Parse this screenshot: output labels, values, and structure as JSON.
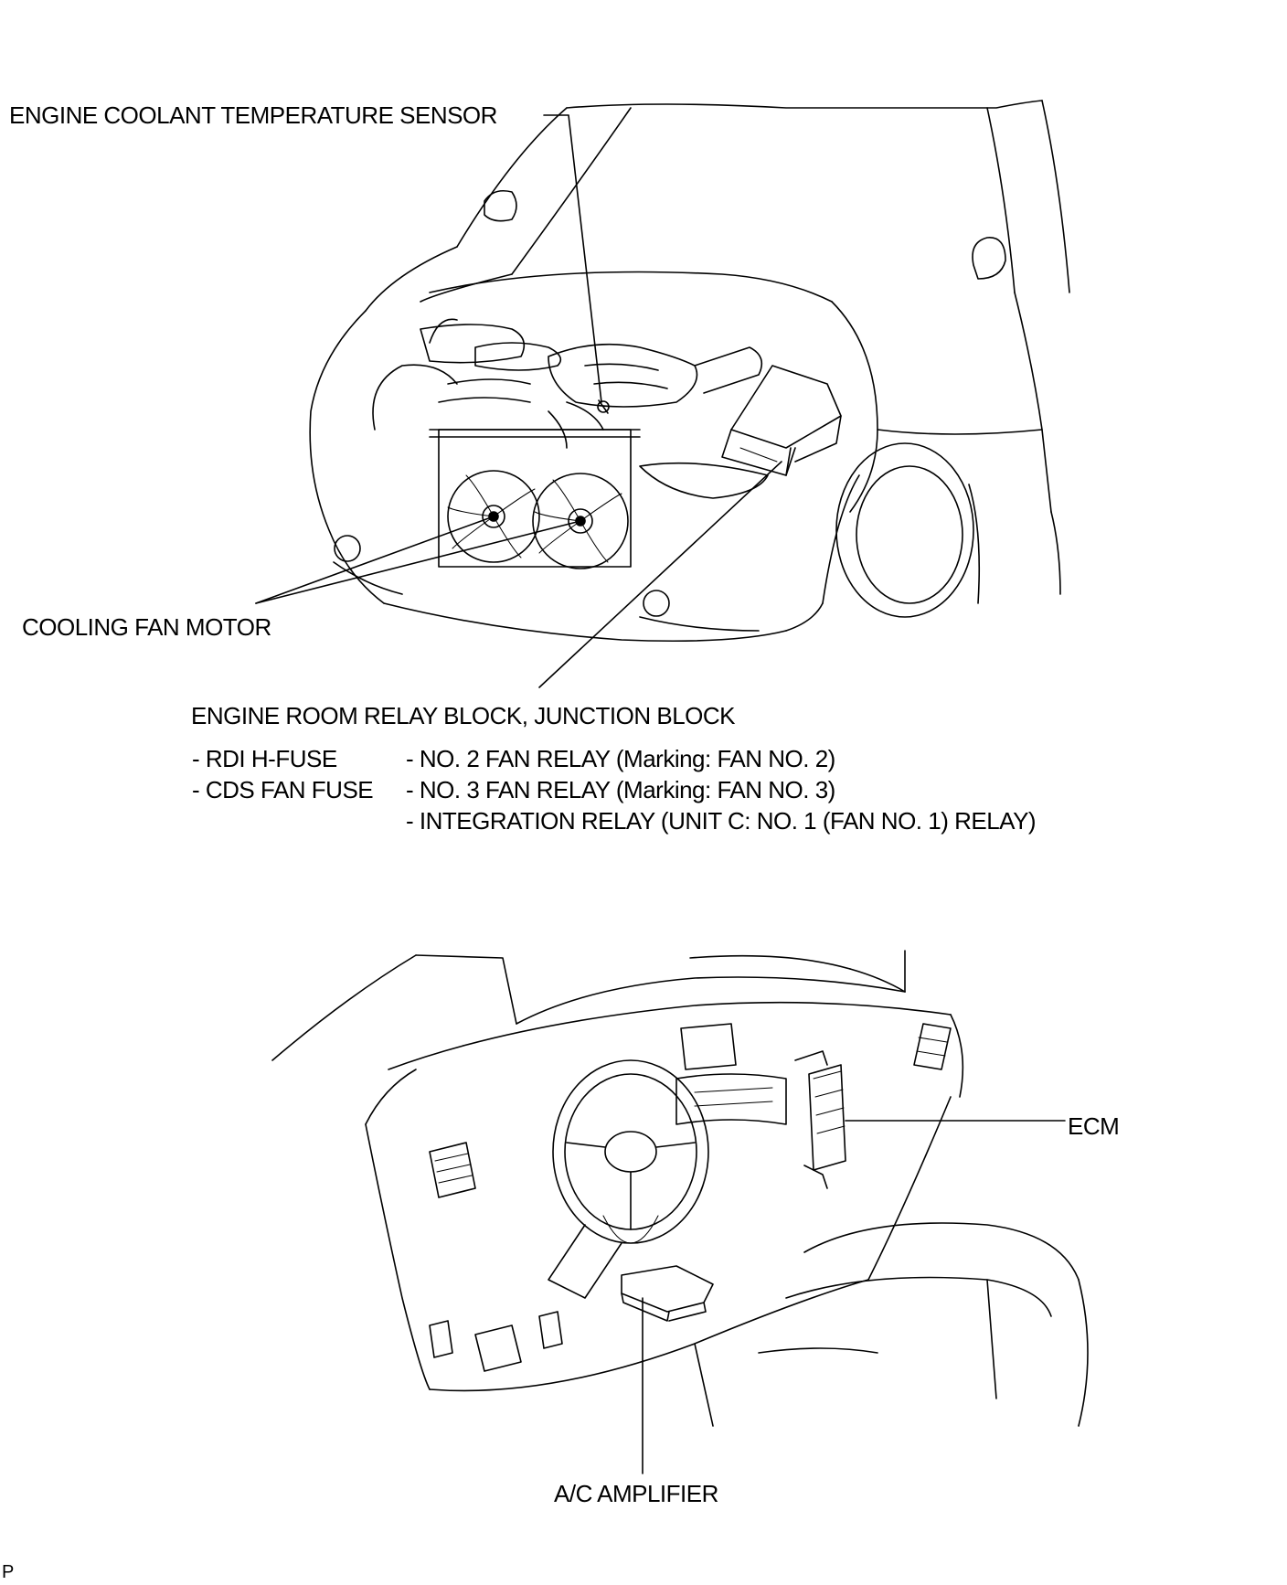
{
  "labels": {
    "coolant_sensor": "ENGINE COOLANT TEMPERATURE SENSOR",
    "cooling_fan_motor": "COOLING FAN MOTOR",
    "relay_block_title": "ENGINE ROOM RELAY BLOCK, JUNCTION BLOCK",
    "fuse_items": [
      "- RDI H-FUSE",
      "- CDS FAN FUSE"
    ],
    "relay_items": [
      "- NO. 2 FAN RELAY (Marking: FAN NO. 2)",
      "- NO. 3 FAN RELAY (Marking: FAN NO. 3)",
      "- INTEGRATION RELAY (UNIT C: NO. 1 (FAN NO. 1) RELAY)"
    ],
    "ecm": "ECM",
    "ac_amplifier": "A/C  AMPLIFIER",
    "corner_mark": "P"
  }
}
